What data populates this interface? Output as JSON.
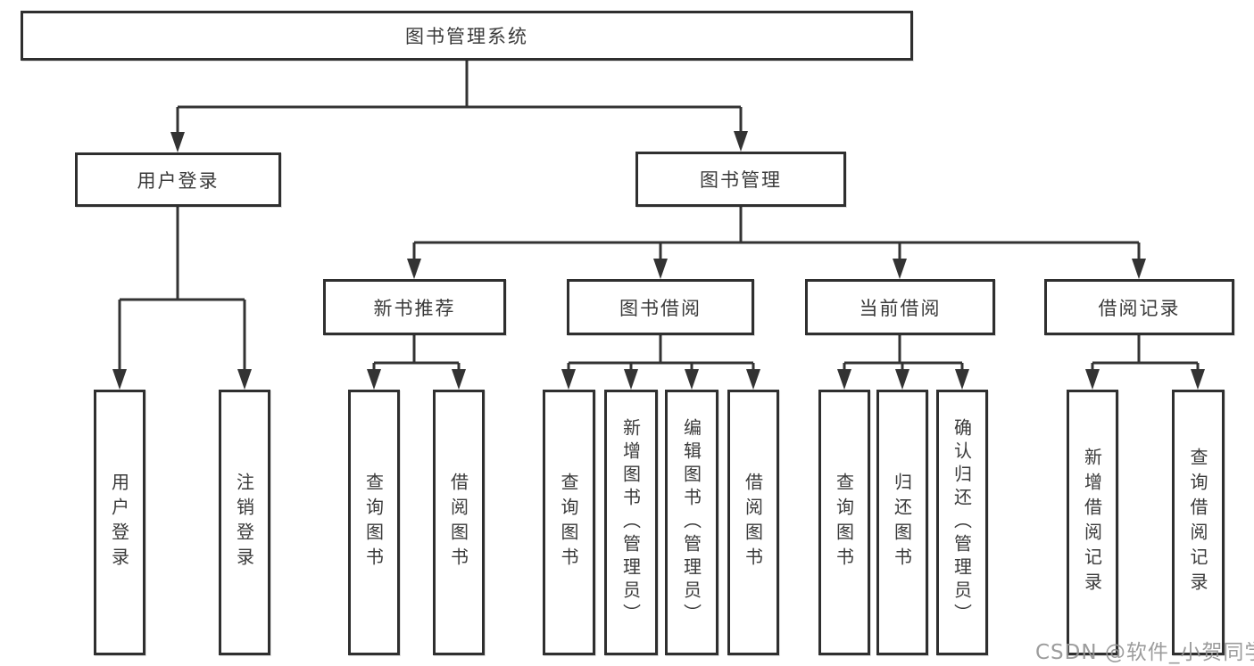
{
  "diagram_type": "hierarchy-tree",
  "colors": {
    "line": "#333333",
    "box_border": "#2f2f2f",
    "text": "#3a3a3a",
    "background": "#ffffff",
    "watermark": "#949494"
  },
  "tree": {
    "label": "图书管理系统",
    "children": [
      {
        "label": "用户登录",
        "children": [
          {
            "label": "用户登录"
          },
          {
            "label": "注销登录"
          }
        ]
      },
      {
        "label": "图书管理",
        "children": [
          {
            "label": "新书推荐",
            "children": [
              {
                "label": "查询图书"
              },
              {
                "label": "借阅图书"
              }
            ]
          },
          {
            "label": "图书借阅",
            "children": [
              {
                "label": "查询图书"
              },
              {
                "label": "新增图书（管理员）"
              },
              {
                "label": "编辑图书（管理员）"
              },
              {
                "label": "借阅图书"
              }
            ]
          },
          {
            "label": "当前借阅",
            "children": [
              {
                "label": "查询图书"
              },
              {
                "label": "归还图书"
              },
              {
                "label": "确认归还（管理员）"
              }
            ]
          },
          {
            "label": "借阅记录",
            "children": [
              {
                "label": "新增借阅记录"
              },
              {
                "label": "查询借阅记录"
              }
            ]
          }
        ]
      }
    ]
  },
  "watermark": {
    "text": "CSDN @软件_小贺同学"
  }
}
